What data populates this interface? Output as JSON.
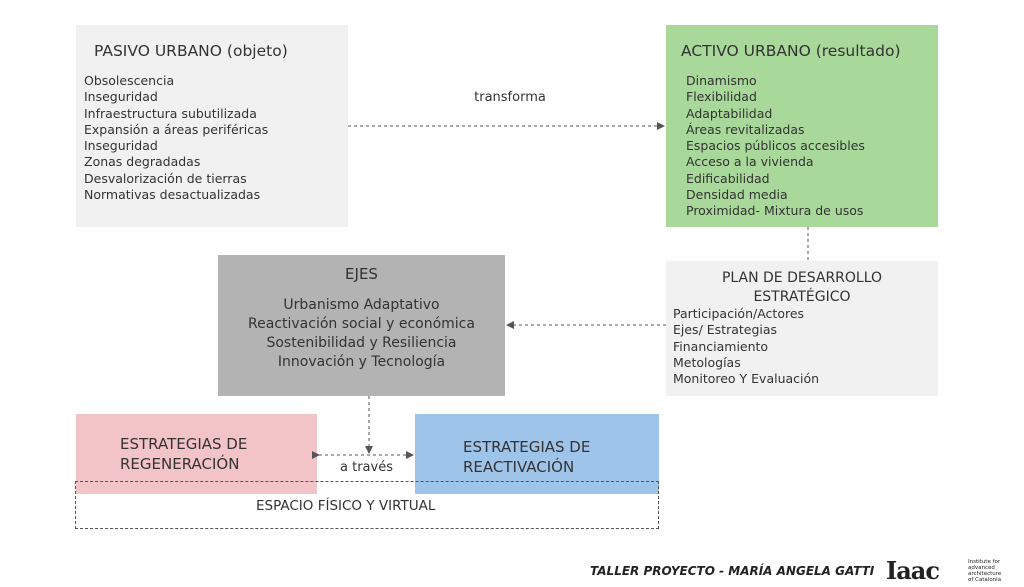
{
  "pasivo": {
    "title": "PASIVO URBANO",
    "title_sub": "(objeto)",
    "items": [
      "Obsolescencia",
      "Inseguridad",
      "Infraestructura subutilizada",
      "Expansión a áreas periféricas",
      "Inseguridad",
      "Zonas degradadas",
      "Desvalorización de tierras",
      "Normativas desactualizadas"
    ]
  },
  "activo": {
    "title": "ACTIVO URBANO (resultado)",
    "items": [
      "Dinamismo",
      "Flexibilidad",
      "Adaptabilidad",
      "Áreas revitalizadas",
      "Espacios públicos accesibles",
      "Acceso a la vivienda",
      "Edificabilidad",
      "Densidad media",
      "Proximidad- Mixtura de usos"
    ]
  },
  "connector_label": "transforma",
  "plan": {
    "title_line1": "PLAN DE DESARROLLO",
    "title_line2": "ESTRATÉGICO",
    "items": [
      "Participación/Actores",
      "Ejes/ Estrategias",
      "Financiamiento",
      "Metologías",
      "Monitoreo Y Evaluación"
    ]
  },
  "ejes": {
    "title": "EJES",
    "items": [
      "Urbanismo Adaptativo",
      "Reactivación social y económica",
      "Sostenibilidad y Resiliencia",
      "Innovación y Tecnología"
    ]
  },
  "regeneracion": {
    "line1": "ESTRATEGIAS DE",
    "line2": "REGENERACIÓN"
  },
  "reactivacion": {
    "line1": "ESTRATEGIAS DE",
    "line2": "REACTIVACIÓN"
  },
  "a_traves": "a través",
  "espacio": "ESPACIO FÍSICO Y VIRTUAL",
  "footer": {
    "text_prefix": "TALLER PROYECTO -",
    "author": "MARÍA ANGELA GATTI",
    "logo": "Iaac",
    "logo_sub": [
      "Institute for",
      "advanced",
      "architecture",
      "of Catalonia"
    ]
  },
  "colors": {
    "activo_bg": "#a8d89a",
    "ejes_bg": "#b3b3b3",
    "regeneracion_bg": "#f3c4c7",
    "reactivacion_bg": "#9fc4e9",
    "light_bg": "#f1f1f1"
  }
}
